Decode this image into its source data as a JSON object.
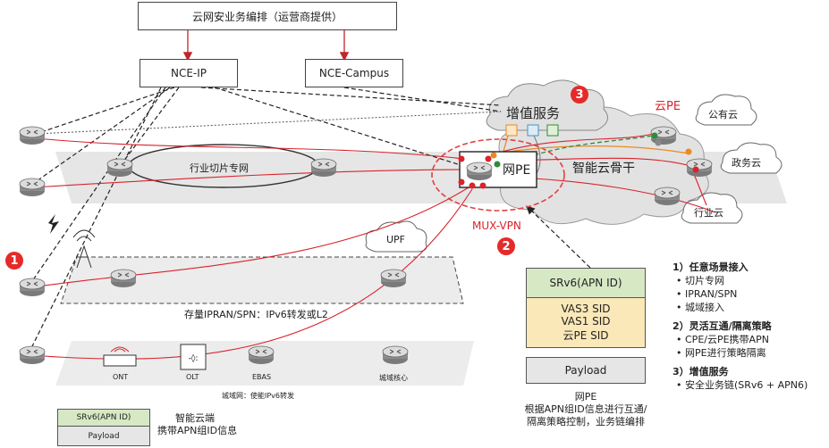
{
  "top": {
    "orchestrator": "云网安业务编排（运营商提供）",
    "nce_ip": "NCE-IP",
    "nce_campus": "NCE-Campus"
  },
  "cloud": {
    "vas": "增值服务",
    "backbone": "智能云骨干",
    "cloud_pe": "云PE",
    "public_cloud": "公有云",
    "gov_cloud": "政务云",
    "industry_cloud": "行业云",
    "upf": "UPF"
  },
  "network": {
    "slice": "行业切片专网",
    "net_pe": "网PE",
    "mux_vpn": "MUX-VPN",
    "ipran": "存量IPRAN/SPN：IPv6转发或L2",
    "metro": "城域网：使能IPv6转发",
    "ont": "ONT",
    "olt": "OLT",
    "ebas": "EBAS",
    "metro_core": "城域核心"
  },
  "badges": [
    "1",
    "2",
    "3"
  ],
  "packet": {
    "srv6": "SRv6(APN ID)",
    "sids": [
      "VAS3 SID",
      "VAS1 SID",
      "云PE SID"
    ],
    "payload": "Payload",
    "caption": [
      "网PE",
      "根据APN组ID信息进行互通/",
      "隔离策略控制，业务链编排"
    ]
  },
  "mini_packet": {
    "srv6": "SRv6(APN ID)",
    "payload": "Payload",
    "caption": [
      "智能云端",
      "携带APN组ID信息"
    ]
  },
  "legend": [
    {
      "title": "1）任意场景接入",
      "items": [
        "切片专网",
        "IPRAN/SPN",
        "城域接入"
      ]
    },
    {
      "title": "2）灵活互通/隔离策略",
      "items": [
        "CPE/云PE携带APN",
        "网PE进行策略隔离"
      ]
    },
    {
      "title": "3）增值服务",
      "items": [
        "安全业务链(SRv6 + APN6)"
      ]
    }
  ],
  "colors": {
    "accent_red": "#d9232d",
    "green_layer": "#d7e8c4",
    "yellow_layer": "#fbe8b8",
    "gray_layer": "#e6e6e6"
  }
}
